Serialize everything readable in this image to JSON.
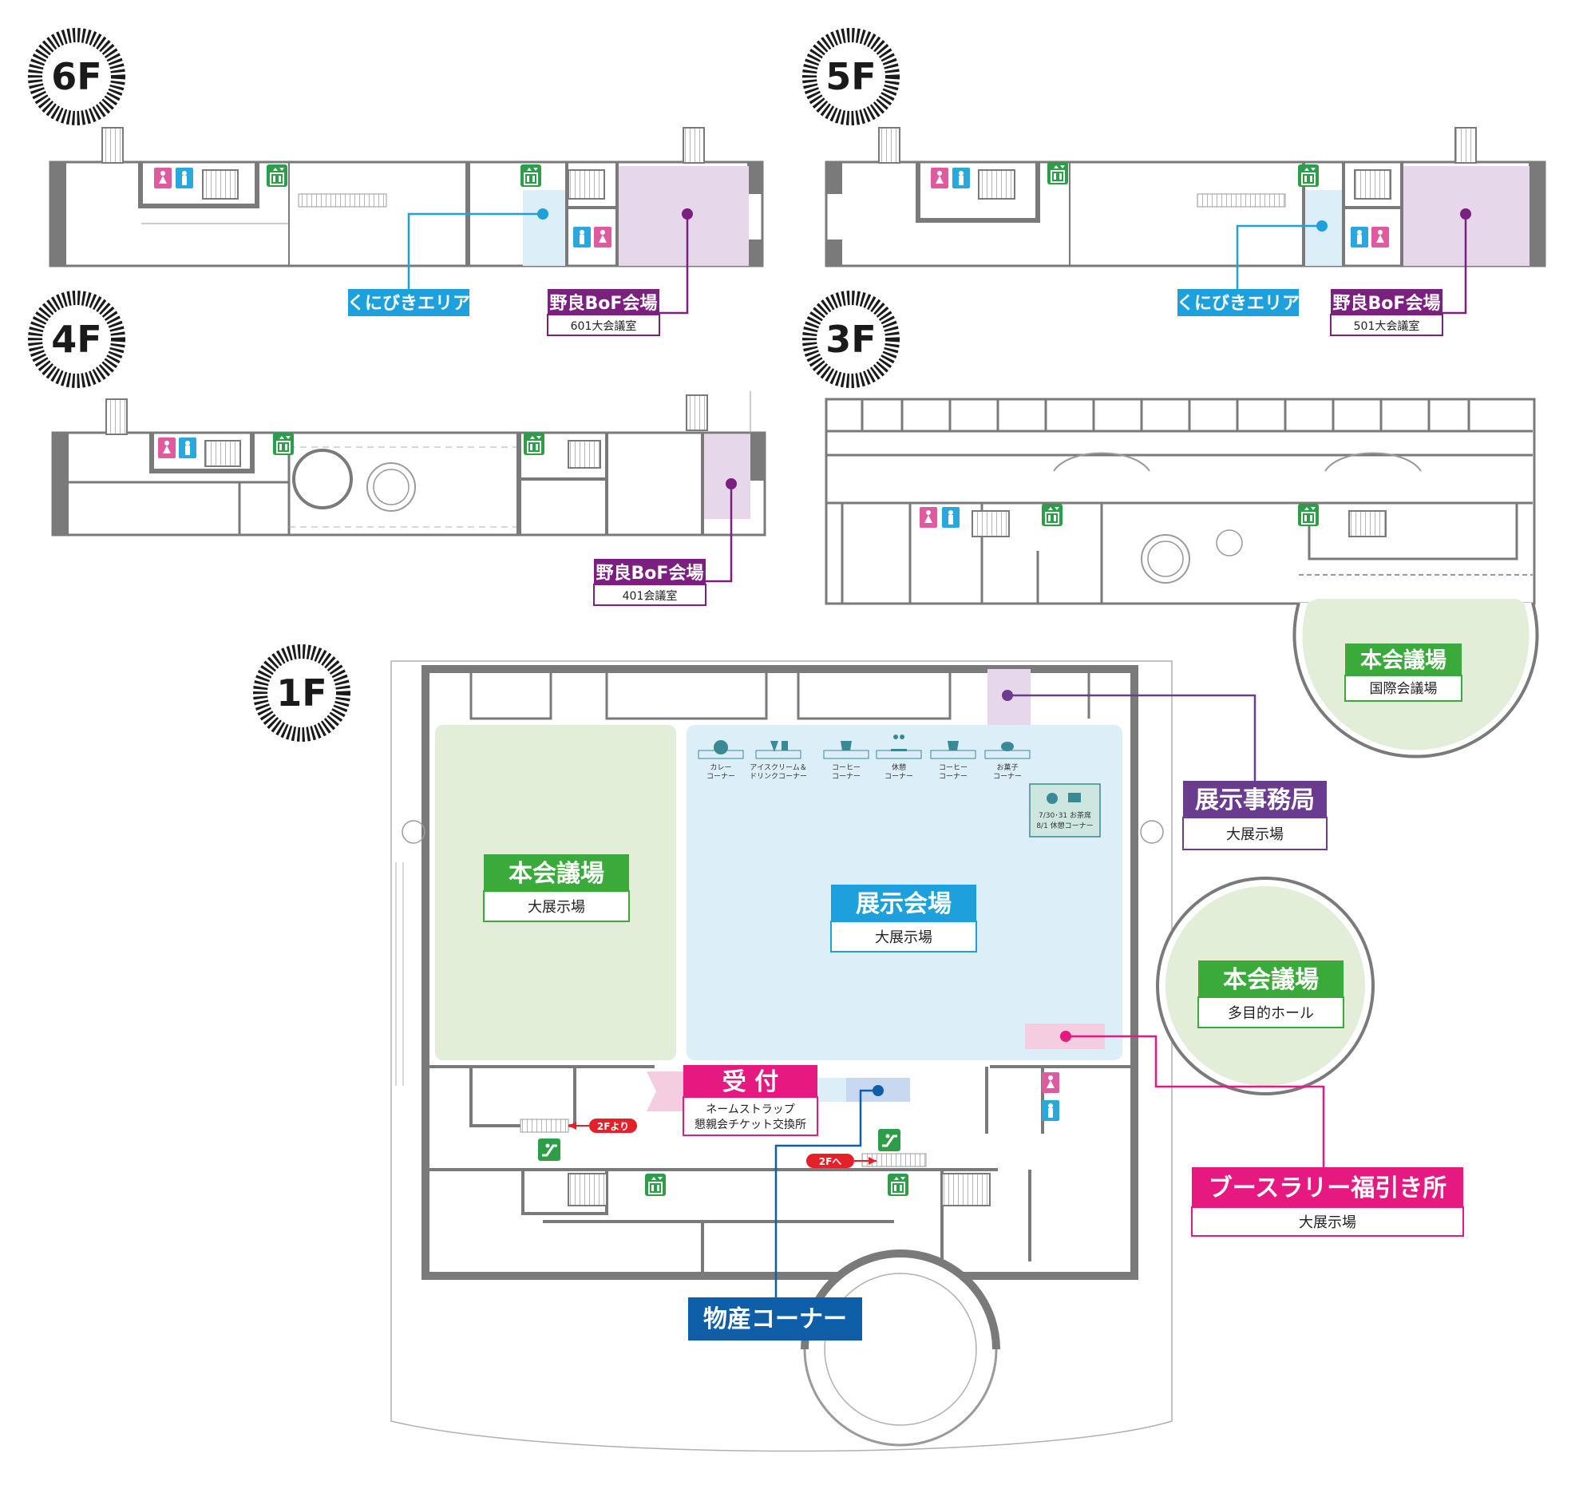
{
  "colors": {
    "wall": "#7a7a7a",
    "thin": "#9a9a9a",
    "cyan": "#1ea0dc",
    "purple": "#7b1f80",
    "violet": "#6a3c8f",
    "green": "#3aab3a",
    "green_fill": "#e2eed8",
    "blue_fill": "#dceef8",
    "purple_fill": "#e6d8ea",
    "magenta": "#e5197f",
    "navy": "#0f5fa8",
    "red": "#e6202a",
    "restroom_women": "#e05aa0",
    "restroom_men": "#2aa7dc",
    "elevator": "#2e9d48"
  },
  "floors": {
    "f6": {
      "badge": "6F",
      "kunibiki": "くにびきエリア",
      "bof_title": "野良BoF会場",
      "bof_room": "601大会議室"
    },
    "f5": {
      "badge": "5F",
      "kunibiki": "くにびきエリア",
      "bof_title": "野良BoF会場",
      "bof_room": "501大会議室"
    },
    "f4": {
      "badge": "4F",
      "bof_title": "野良BoF会場",
      "bof_room": "401会議室"
    },
    "f3": {
      "badge": "3F",
      "main_hall_title": "本会議場",
      "main_hall_room": "国際会議場"
    },
    "f1": {
      "badge": "1F",
      "main_hall_title": "本会議場",
      "main_hall_room": "大展示場",
      "exhibit_title": "展示会場",
      "exhibit_room": "大展示場",
      "office_title": "展示事務局",
      "office_room": "大展示場",
      "multi_title": "本会議場",
      "multi_room": "多目的ホール",
      "reception_title": "受 付",
      "reception_line1": "ネームストラップ",
      "reception_line2": "懇親会チケット交換所",
      "lottery_title": "ブースラリー福引き所",
      "lottery_room": "大展示場",
      "bussan_title": "物産コーナー",
      "from_2f": "2Fより",
      "to_2f": "2Fへ",
      "tea_line1": "7/30･31 お茶席",
      "tea_line2": "8/1 休憩コーナー"
    }
  },
  "corners": [
    {
      "l1": "カレー",
      "l2": "コーナー",
      "icon": "curry-icon"
    },
    {
      "l1": "アイスクリーム＆",
      "l2": "ドリンクコーナー",
      "icon": "icecream-icon"
    },
    {
      "l1": "コーヒー",
      "l2": "コーナー",
      "icon": "coffee-icon"
    },
    {
      "l1": "休憩",
      "l2": "コーナー",
      "icon": "rest-icon"
    },
    {
      "l1": "コーヒー",
      "l2": "コーナー",
      "icon": "coffee-icon"
    },
    {
      "l1": "お菓子",
      "l2": "コーナー",
      "icon": "sweets-icon"
    }
  ]
}
